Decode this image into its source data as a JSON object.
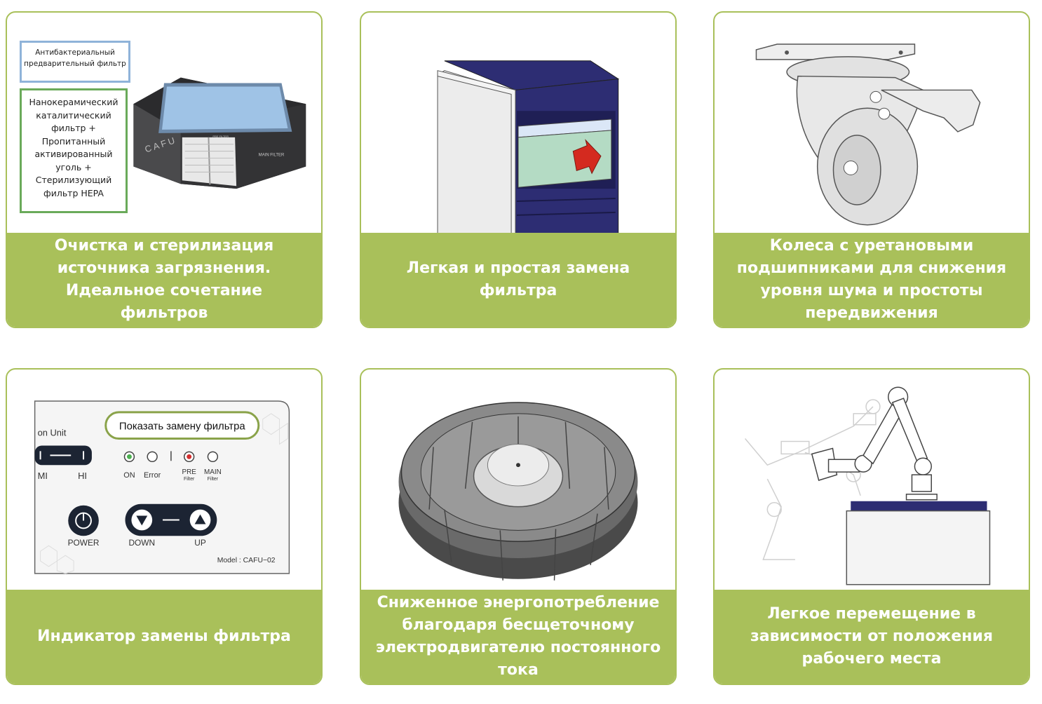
{
  "cards": [
    {
      "caption": "Очистка и стерилизация источника загрязнения. Идеальное сочетание фильтров",
      "prefilter_label": "Антибактериальный предварительный фильтр",
      "main_label": "Нанокерамический каталитический фильтр + Пропитанный активированный уголь + Стерилизующий фильтр HEPA",
      "brand": "CAFU",
      "pre_filter_tag": "PRE FILTER",
      "main_filter_tag": "MAIN FILTER"
    },
    {
      "caption": "Легкая и простая замена фильтра"
    },
    {
      "caption": "Колеса с уретановыми подшипниками для снижения уровня шума и простоты передвижения"
    },
    {
      "caption": "Индикатор замены фильтра",
      "callout": "Показать замену фильтра",
      "unit_text": "on Unit",
      "speed_low": "MI",
      "speed_high": "HI",
      "led_on": "ON",
      "led_error": "Error",
      "led_pre": "PRE",
      "led_pre_sub": "Filter",
      "led_main": "MAIN",
      "led_main_sub": "Filter",
      "power_label": "POWER",
      "down_label": "DOWN",
      "up_label": "UP",
      "model_text": "Model : CAFU−02"
    },
    {
      "caption": "Сниженное энергопотребление благодаря бесщеточному электродвигателю постоянного тока"
    },
    {
      "caption": "Легкое перемещение в зависимости от положения рабочего места"
    }
  ],
  "colors": {
    "accent": "#a9c05a",
    "navy": "#2d2d73",
    "prefilter_border": "#8fb3d9",
    "main_border": "#6aaa5a"
  }
}
